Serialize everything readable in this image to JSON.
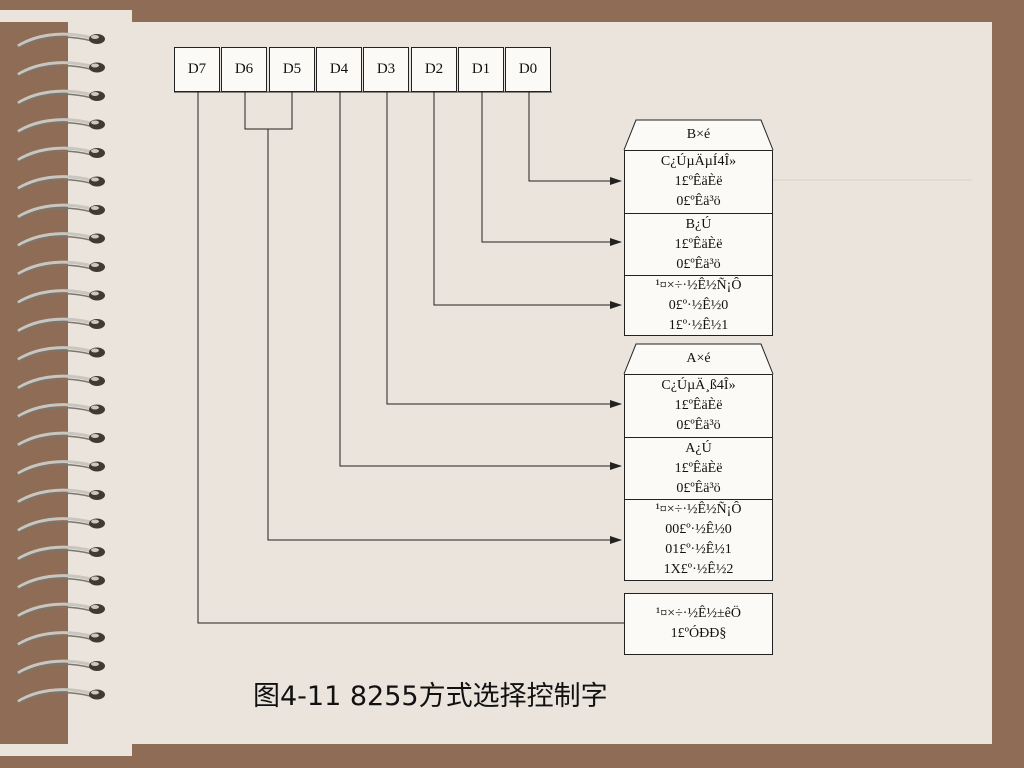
{
  "bits": [
    "D7",
    "D6",
    "D5",
    "D4",
    "D3",
    "D2",
    "D1",
    "D0"
  ],
  "groupB": {
    "header": "B×é",
    "sections": [
      [
        "C¿ÚµÄµÍ4Î»",
        "1£ºÊäÈë",
        "0£ºÊä³ö"
      ],
      [
        "B¿Ú",
        "1£ºÊäÈë",
        "0£ºÊä³ö"
      ],
      [
        "¹¤×÷·½Ê½Ñ¡Ô",
        "0£º·½Ê½0",
        "1£º·½Ê½1"
      ]
    ]
  },
  "groupA": {
    "header": "A×é",
    "sections": [
      [
        "C¿ÚµÄ¸ß4Î»",
        "1£ºÊäÈë",
        "0£ºÊä³ö"
      ],
      [
        "A¿Ú",
        "1£ºÊäÈë",
        "0£ºÊä³ö"
      ],
      [
        "¹¤×÷·½Ê½Ñ¡Ô",
        "00£º·½Ê½0",
        "01£º·½Ê½1",
        "1X£º·½Ê½2"
      ]
    ]
  },
  "flag": {
    "lines": [
      "¹¤×÷·½Ê½±êÖ",
      "1£ºÓÐÐ§"
    ]
  },
  "caption": "图4-11  8255方式选择控制字",
  "colors": {
    "background": "#8e6c55",
    "page": "#eae4dc",
    "line": "#222222"
  }
}
